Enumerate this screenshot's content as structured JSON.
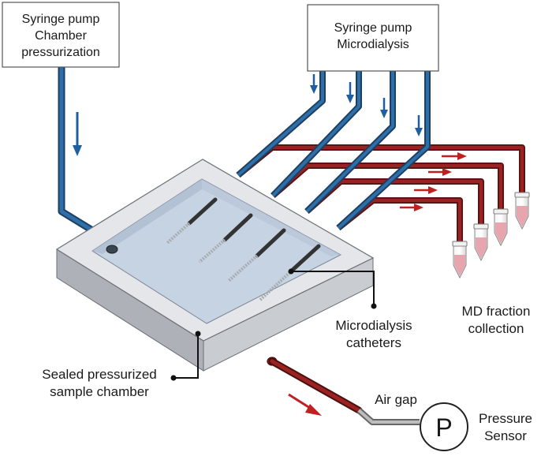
{
  "boxes": {
    "chamber_pump": {
      "lines": [
        "Syringe pump",
        "Chamber",
        "pressurization"
      ]
    },
    "md_pump": {
      "lines": [
        "Syringe pump",
        "Microdialysis"
      ]
    }
  },
  "labels": {
    "catheters": [
      "Microdialysis",
      "catheters"
    ],
    "sealed_chamber": [
      "Sealed pressurized",
      "sample chamber"
    ],
    "md_fraction": [
      "MD fraction",
      "collection"
    ],
    "air_gap": "Air gap",
    "sensor_symbol": "P",
    "pressure_sensor": [
      "Pressure",
      "Sensor"
    ]
  },
  "colors": {
    "inflow_tube": "#2f6fa8",
    "outflow_tube": "#9a2222",
    "arrow_blue": "#1f5f9f",
    "arrow_red": "#c02020",
    "chamber_frame": "#e4e6ea",
    "chamber_inner": "#c5d3e3",
    "vial_liquid": "#e7a6ae"
  }
}
